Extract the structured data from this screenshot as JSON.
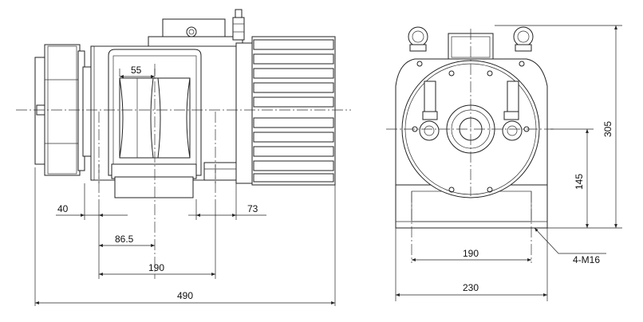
{
  "side_view": {
    "dims": {
      "d55": "55",
      "d40": "40",
      "d73": "73",
      "d86": "86.5",
      "d190": "190",
      "d490": "490"
    }
  },
  "front_view": {
    "dims": {
      "d305": "305",
      "d145": "145",
      "d190": "190",
      "d230": "230",
      "bolt": "4-M16"
    }
  }
}
